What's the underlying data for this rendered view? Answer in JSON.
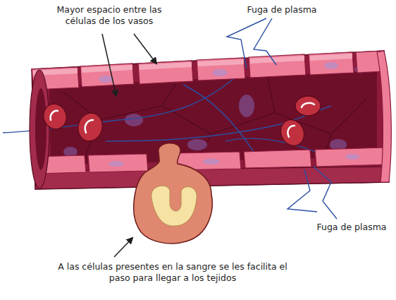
{
  "diagram": {
    "labels": [
      "Mayor espacio entre las células de los vasos",
      "Fuga de plasma",
      "Fuga de plasma",
      "A las células presentes en la sangre se les facilita el paso para llegar a los tejidos"
    ]
  }
}
